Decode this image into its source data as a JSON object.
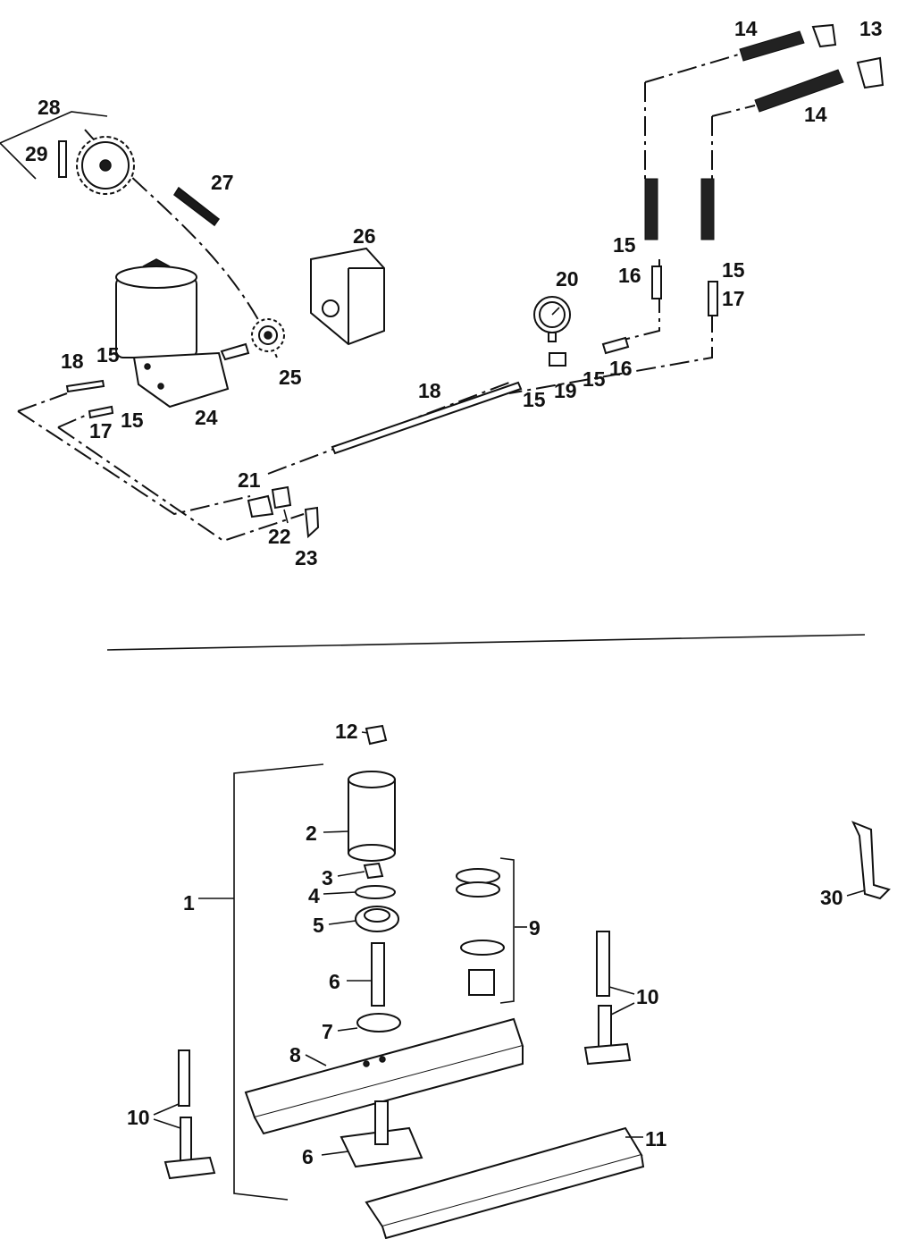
{
  "callouts": {
    "c1": "1",
    "c2": "2",
    "c3": "3",
    "c4": "4",
    "c5": "5",
    "c6a": "6",
    "c6b": "6",
    "c7": "7",
    "c8": "8",
    "c9": "9",
    "c10a": "10",
    "c10b": "10",
    "c11": "11",
    "c12": "12",
    "c13": "13",
    "c14a": "14",
    "c14b": "14",
    "c15a": "15",
    "c15b": "15",
    "c15c": "15",
    "c15d": "15",
    "c15e": "15",
    "c15f": "15",
    "c16a": "16",
    "c16b": "16",
    "c17a": "17",
    "c17b": "17",
    "c18a": "18",
    "c18b": "18",
    "c19": "19",
    "c20": "20",
    "c21": "21",
    "c22": "22",
    "c23": "23",
    "c24": "24",
    "c25": "25",
    "c26": "26",
    "c27": "27",
    "c28": "28",
    "c29": "29",
    "c30": "30"
  },
  "colors": {
    "ink": "#111111",
    "paper": "#ffffff"
  }
}
